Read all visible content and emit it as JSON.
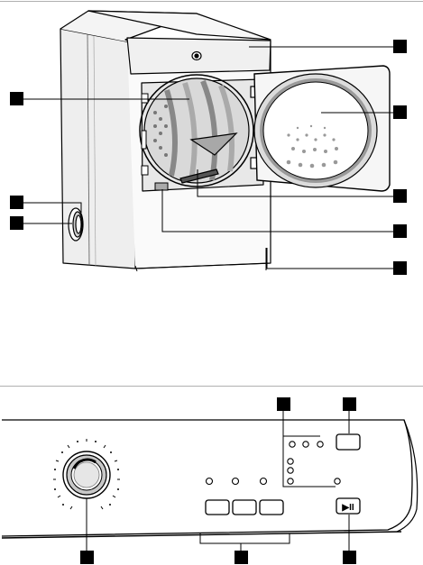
{
  "figure": {
    "upper_view": "dryer-appliance-door-open",
    "lower_view": "control-panel",
    "callout_style": "numbered black squares with leader lines (numbers not visible)"
  },
  "control_panel": {
    "play_pause_symbol": "▶II"
  },
  "colors": {
    "line": "#000000",
    "body_fill": "#ffffff",
    "shade_light": "#e6e6e6",
    "shade_mid": "#c8c8c8",
    "shade_dark": "#8c8c8c",
    "callout": "#000000",
    "divider": "#b0b0b0"
  }
}
